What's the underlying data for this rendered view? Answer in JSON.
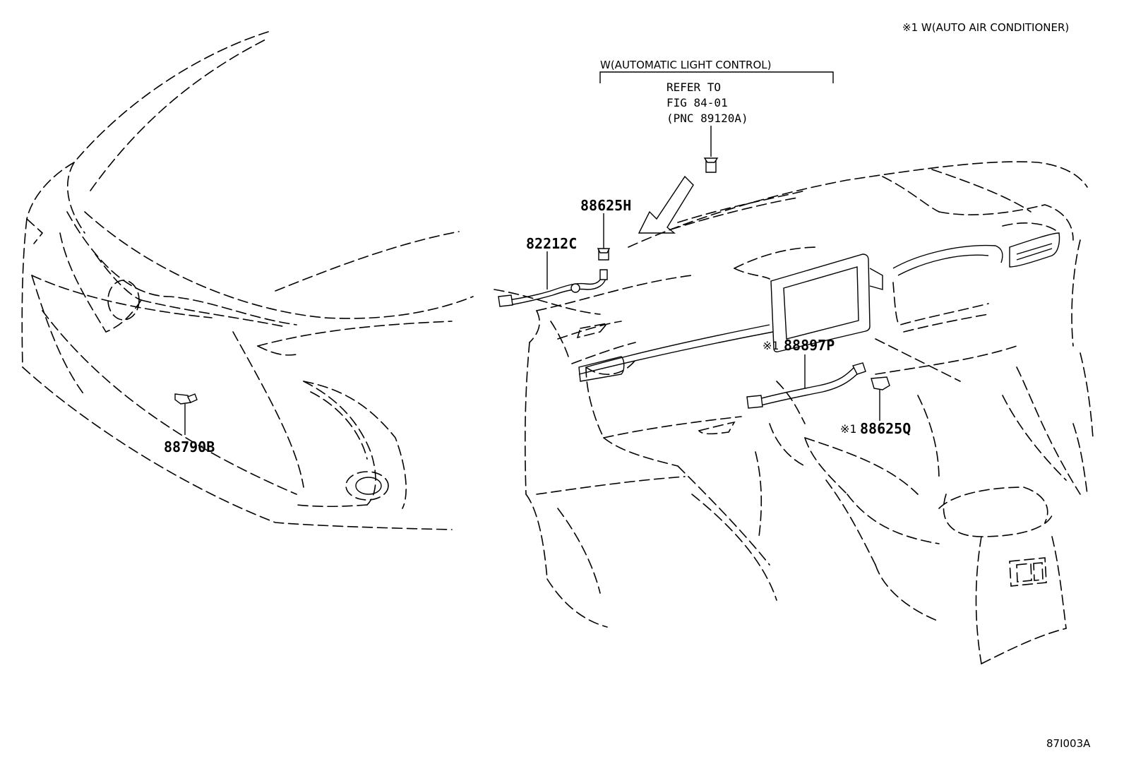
{
  "header": {
    "note": "※1 W(AUTO AIR CONDITIONER)",
    "bracket_title": "W(AUTOMATIC LIGHT CONTROL)"
  },
  "reference": {
    "line1": "REFER TO",
    "line2": "FIG 84-01",
    "line3": "(PNC 89120A)"
  },
  "parts": {
    "p1": {
      "label": "88625H"
    },
    "p2": {
      "label": "82212C"
    },
    "p3": {
      "label": "88790B"
    },
    "p4": {
      "label": "88897P",
      "mark": "※1"
    },
    "p5": {
      "label": "88625Q",
      "mark": "※1"
    }
  },
  "figure_id": "87I003A"
}
